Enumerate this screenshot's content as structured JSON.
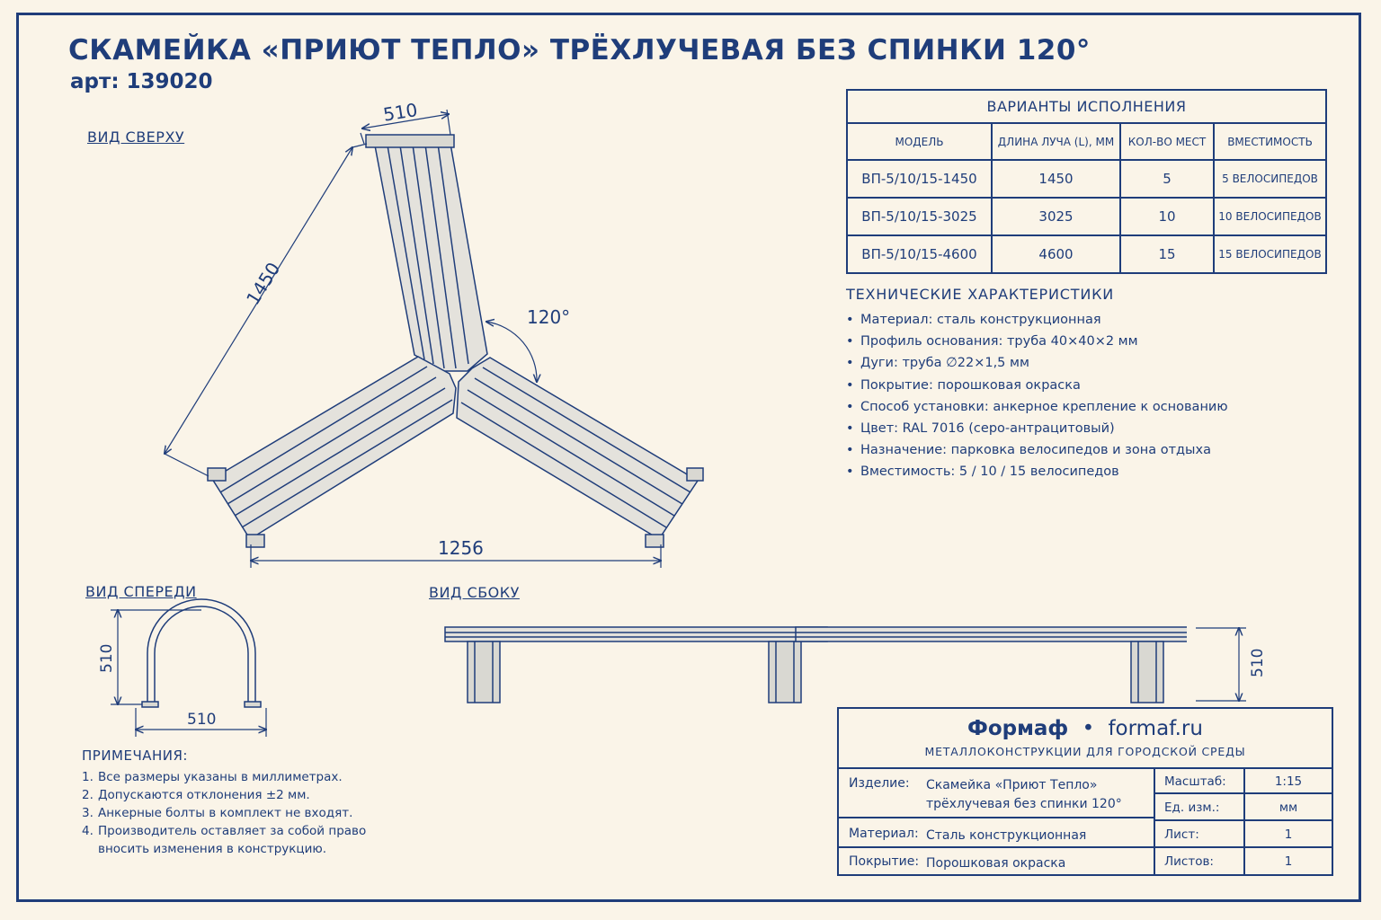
{
  "title": "СКАМЕЙКА «ПРИЮТ ТЕПЛО» ТРЁХЛУЧЕВАЯ БЕЗ СПИНКИ 120°",
  "article": "арт: 139020",
  "views": {
    "top": "ВИД СВЕРХУ",
    "front": "ВИД СПЕРЕДИ",
    "side": "ВИД СБОКУ"
  },
  "dimensions": {
    "top_width": "510",
    "top_length": "1450",
    "top_angle": "120°",
    "top_span": "1256",
    "front_height": "510",
    "front_width": "510",
    "side_height": "510"
  },
  "variants": {
    "caption": "ВАРИАНТЫ ИСПОЛНЕНИЯ",
    "headers": [
      "МОДЕЛЬ",
      "ДЛИНА ЛУЧА (L), ММ",
      "КОЛ-ВО МЕСТ",
      "ВМЕСТИМОСТЬ"
    ],
    "rows": [
      [
        "ВП-5/10/15-1450",
        "1450",
        "5",
        "5 ВЕЛОСИПЕДОВ"
      ],
      [
        "ВП-5/10/15-3025",
        "3025",
        "10",
        "10 ВЕЛОСИПЕДОВ"
      ],
      [
        "ВП-5/10/15-4600",
        "4600",
        "15",
        "15 ВЕЛОСИПЕДОВ"
      ]
    ]
  },
  "specs": {
    "heading": "ТЕХНИЧЕСКИЕ ХАРАКТЕРИСТИКИ",
    "items": [
      "Материал: сталь конструкционная",
      "Профиль основания: труба 40×40×2 мм",
      "Дуги: труба ∅22×1,5 мм",
      "Покрытие: порошковая окраска",
      "Способ установки: анкерное крепление к основанию",
      "Цвет: RAL 7016 (серо-антрацитовый)",
      "Назначение: парковка велосипедов и зона отдыха",
      "Вместимость: 5 / 10 / 15 велосипедов"
    ]
  },
  "notes": {
    "heading": "ПРИМЕЧАНИЯ:",
    "items": [
      {
        "n": "1.",
        "text": "Все размеры указаны в миллиметрах."
      },
      {
        "n": "2.",
        "text": "Допускаются отклонения ±2 мм."
      },
      {
        "n": "3.",
        "text": "Анкерные болты в комплект не входят."
      },
      {
        "n": "4.",
        "text": "Производитель оставляет за собой право вносить изменения в конструкцию."
      }
    ]
  },
  "titleblock": {
    "brand": "Формаф",
    "separator": "•",
    "site": "formaf.ru",
    "subtitle": "МЕТАЛЛОКОНСТРУКЦИИ ДЛЯ ГОРОДСКОЙ СРЕДЫ",
    "product_label": "Изделие:",
    "product_line1": "Скамейка «Приют Тепло»",
    "product_line2": "трёхлучевая без спинки 120°",
    "material_label": "Материал:",
    "material": "Сталь конструкционная",
    "coating_label": "Покрытие:",
    "coating": "Порошковая окраска",
    "scale_label": "Масштаб:",
    "scale": "1:15",
    "unit_label": "Ед. изм.:",
    "unit": "мм",
    "sheet_label": "Лист:",
    "sheet": "1",
    "sheets_label": "Листов:",
    "sheets": "1"
  }
}
